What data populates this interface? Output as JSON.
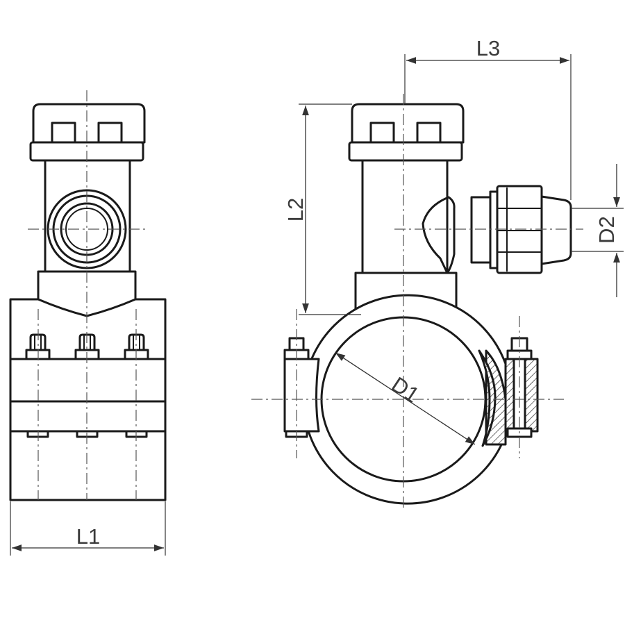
{
  "labels": {
    "l1": "L1",
    "l2": "L2",
    "l3": "L3",
    "d1": "D1",
    "d2": "D2"
  },
  "colors": {
    "line": "#1a1a1a",
    "centerline": "#555555",
    "dimension": "#333333",
    "background": "#ffffff"
  }
}
